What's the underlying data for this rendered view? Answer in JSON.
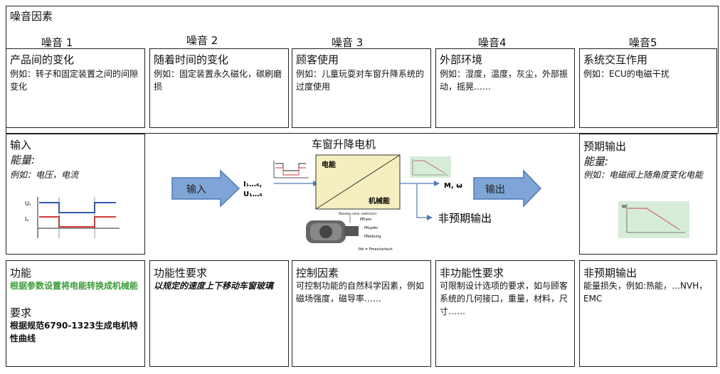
{
  "header": {
    "title": "噪音因素"
  },
  "noise": [
    {
      "label": "噪音 1",
      "title": "产品间的变化",
      "desc": "例如：转子和固定装置之间的间隙变化"
    },
    {
      "label": "噪音 2",
      "title": "随着时间的变化",
      "desc": "例如：固定装置永久磁化，碳刷磨损"
    },
    {
      "label": "噪音 3",
      "title": "顾客使用",
      "desc": "例如：儿童玩耍对车窗升降系统的过度使用"
    },
    {
      "label": "噪音4",
      "title": "外部环境",
      "desc": "例如：湿度，温度，灰尘，外部振动，摇晃……"
    },
    {
      "label": "噪音5",
      "title": "系统交互作用",
      "desc": "例如：ECU的电磁干扰"
    }
  ],
  "input": {
    "title": "输入",
    "energy": "能量:",
    "example": "例如：电压，电流",
    "u_label": "Uₛ",
    "i_label": "Iₛ"
  },
  "center": {
    "title": "车窗升降电机",
    "arrow_in": "输入",
    "arrow_out": "输出",
    "i_label": "I₁…₆,",
    "u_label": "U₁…₆",
    "box_top": "电能",
    "box_bottom": "机械能",
    "output_var": "M, ω",
    "unintended": "非预期输出",
    "motor_labels": [
      "Pbürsten (ohm, elektrisch)",
      "PEisen",
      "PKupfer",
      "PReibung",
      "Pel = Pmechanisch"
    ]
  },
  "expected": {
    "title": "预期输出",
    "energy": "能量:",
    "example": "例如：电磁阀上随角度变化电能",
    "m_label": "M"
  },
  "bottom": {
    "function": {
      "title": "功能",
      "green": "根据参数设置将电能转换成机械能",
      "req_title": "要求",
      "req": "根据规范6790-1323生成电机特性曲线"
    },
    "func_req": {
      "title": "功能性要求",
      "desc": "以规定的速度上下移动车窗玻璃"
    },
    "control": {
      "title": "控制因素",
      "desc": "可控制功能的自然科学因素，例如磁场强度，磁导率……"
    },
    "nonfunc": {
      "title": "非功能性要求",
      "desc": "可限制设计选项的要求，如与顾客系统的几何接口，重量，材料，尺寸……"
    },
    "unexpected": {
      "title": "非预期输出",
      "desc": "能量损失，例如:热能，…NVH，EMC"
    }
  },
  "colors": {
    "arrow": "#7fa5d6",
    "arrow_stroke": "#4f7ab8",
    "box_fill": "#f5eebf",
    "green_panel": "#d6ecd8",
    "red": "#d23a3a",
    "blue": "#3358b0",
    "graph_line": "#c86a6a"
  }
}
